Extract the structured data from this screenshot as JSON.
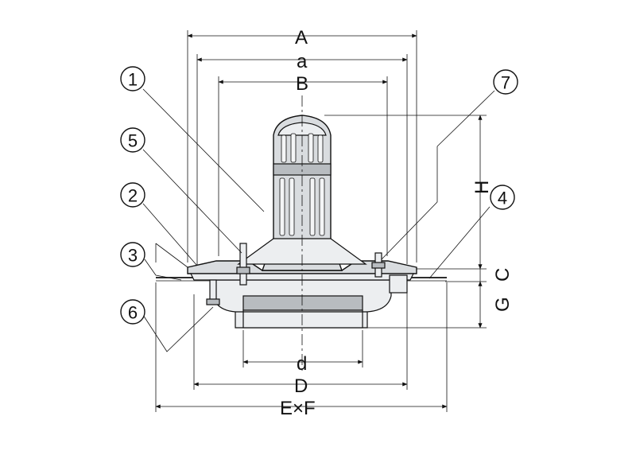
{
  "dimensions": {
    "A": "A",
    "a": "a",
    "B": "B",
    "H": "H",
    "C": "C",
    "G": "G",
    "d": "d",
    "D": "D",
    "EF": "E×F"
  },
  "callouts": [
    "1",
    "2",
    "3",
    "4",
    "5",
    "6",
    "7"
  ]
}
